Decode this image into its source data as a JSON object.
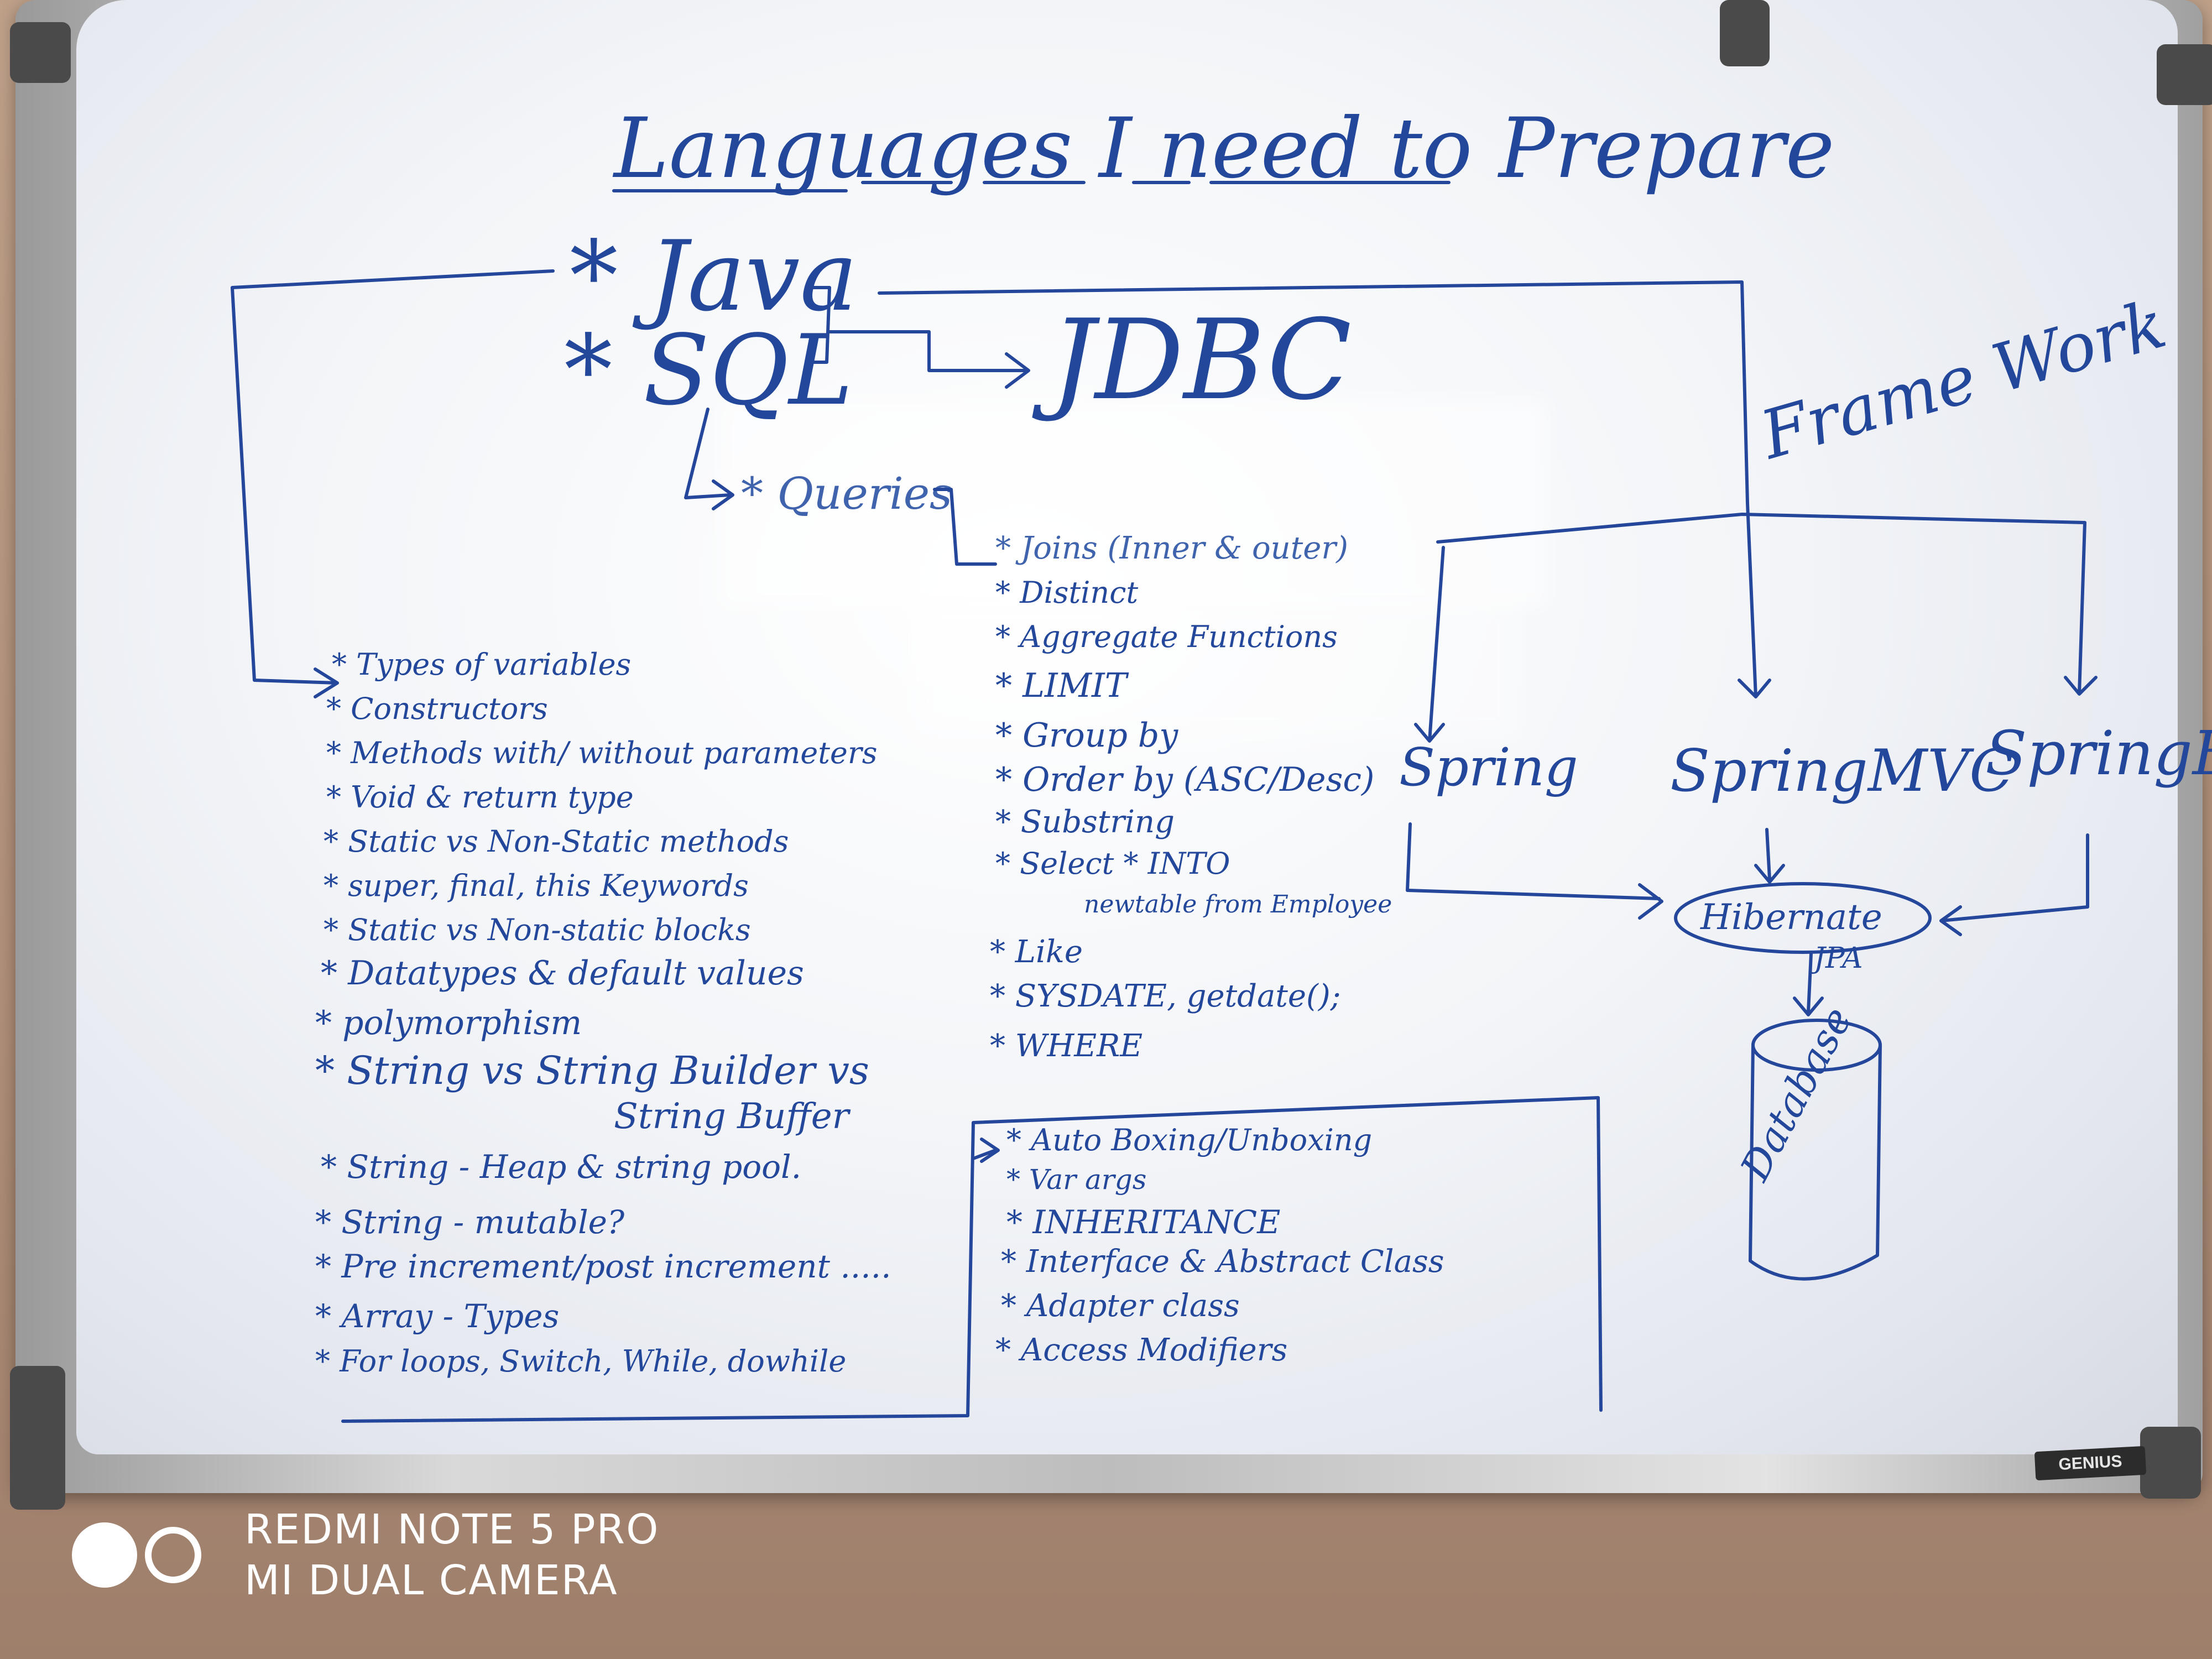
{
  "board": {
    "title": "Languages I need to Prepare",
    "brand": "GENIUS",
    "top_languages": [
      "* Java",
      "* SQL"
    ],
    "jdbc": "JDBC",
    "queries": "* Queries",
    "frameworks_label": "Frame Work",
    "frameworks": [
      "Spring",
      "SpringMVC",
      "SpringBoot"
    ],
    "hibernate": "Hibernate",
    "jpa": "JPA",
    "database": "Database",
    "java_topics": [
      "* Types of variables",
      "* Constructors",
      "* Methods with/ without parameters",
      "* Void & return type",
      "* Static vs Non-Static methods",
      "* super, final, this Keywords",
      "* Static vs Non-static blocks",
      "* Datatypes & default values",
      "* polymorphism",
      "* String vs String Builder vs",
      "String Buffer",
      "* String - Heap & string pool.",
      "* String - mutable?",
      "* Pre increment/post increment .....",
      "* Array - Types",
      "* For loops, Switch, While, dowhile"
    ],
    "sql_topics": [
      "* Joins (Inner & outer)",
      "* Distinct",
      "* Aggregate Functions",
      "* LIMIT",
      "* Group by",
      "* Order by (ASC/Desc)",
      "* Substring",
      "* Select * INTO",
      "newtable from Employee",
      "* Like",
      "* SYSDATE, getdate();",
      "* WHERE"
    ],
    "more_java_topics": [
      "* Auto Boxing/Unboxing",
      "* Var args",
      "* INHERITANCE",
      "* Interface & Abstract Class",
      "* Adapter class",
      "* Access Modifiers"
    ]
  },
  "watermark": {
    "line1": "REDMI NOTE 5 PRO",
    "line2": "MI DUAL CAMERA"
  },
  "colors": {
    "ink": "#24479b",
    "wall": "#b39682",
    "board": "#f3f5f8"
  }
}
